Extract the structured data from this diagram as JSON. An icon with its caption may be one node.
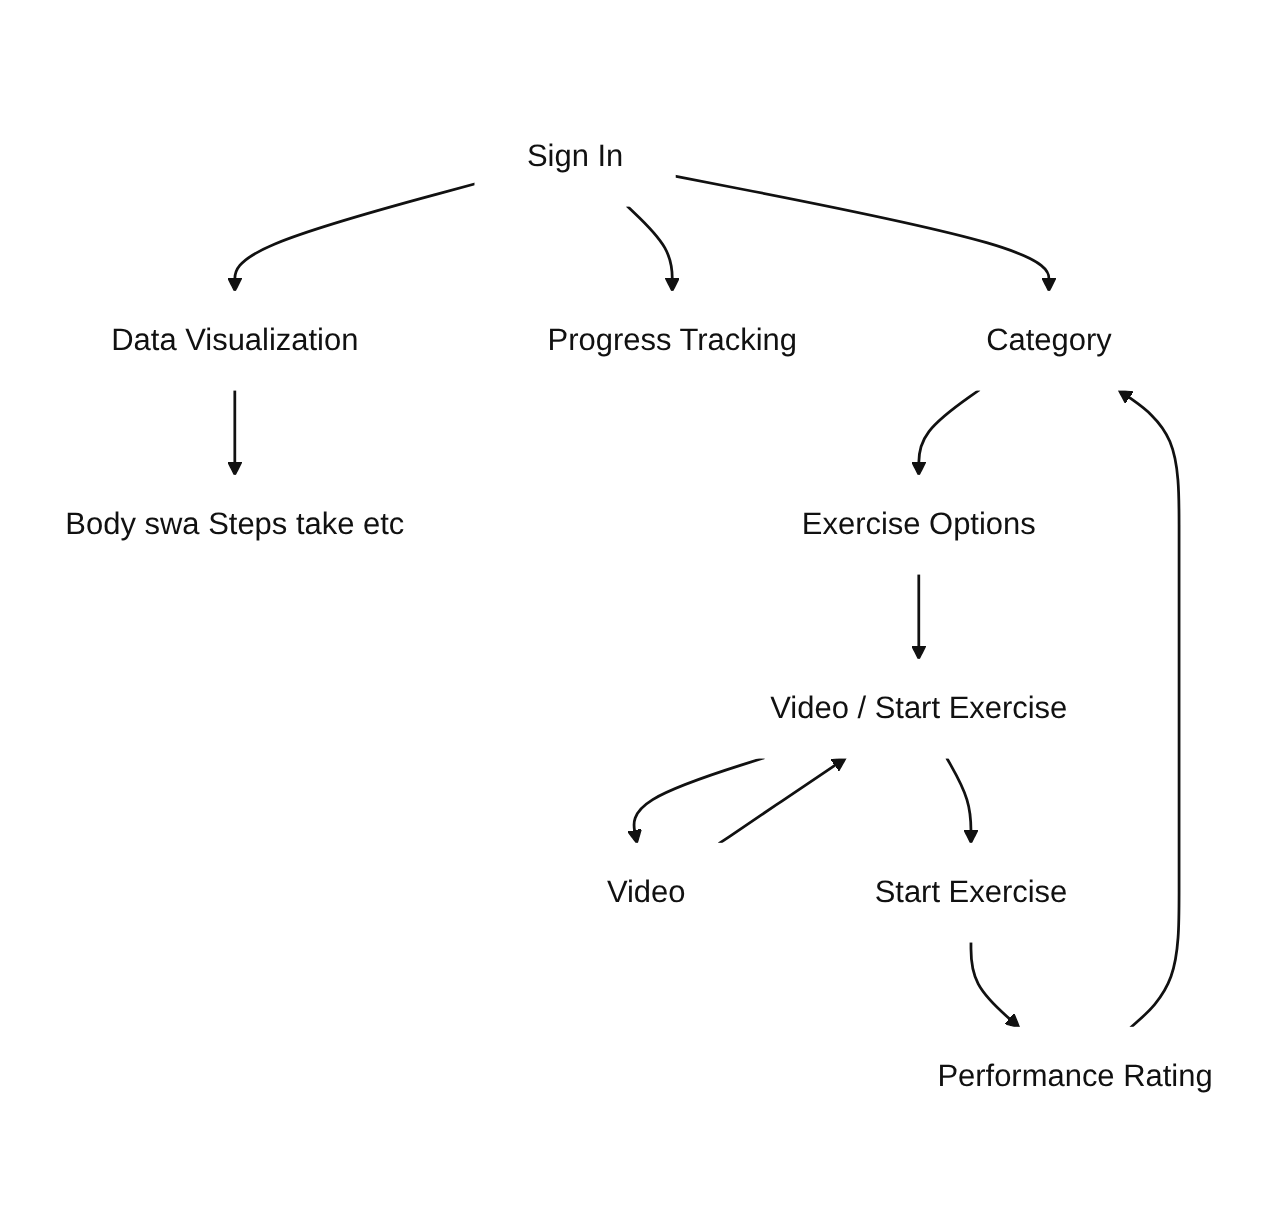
{
  "diagram": {
    "nodes": [
      {
        "text": [
          "Sign In"
        ]
      },
      {
        "text": [
          "Data Visualization"
        ]
      },
      {
        "text": [
          "Body swa Steps take etc"
        ]
      },
      {
        "text": [
          "Progress Tracking"
        ]
      },
      {
        "text": [
          "Category"
        ]
      },
      {
        "text": [
          "Exercise Options"
        ]
      },
      {
        "text": [
          "Video / Start Exercise"
        ]
      },
      {
        "text": [
          "Video"
        ]
      },
      {
        "text": [
          "Start Exercise"
        ]
      },
      {
        "text": [
          "Performance Rating"
        ]
      }
    ],
    "edges": [
      {
        "from": 0,
        "to": 1,
        "arrow": "to"
      },
      {
        "from": 0,
        "to": 3,
        "arrow": "to"
      },
      {
        "from": 0,
        "to": 4,
        "arrow": "to"
      },
      {
        "from": 1,
        "to": 2,
        "arrow": "to"
      },
      {
        "from": 4,
        "to": 5,
        "arrow": "to"
      },
      {
        "from": 5,
        "to": 6,
        "arrow": "to"
      },
      {
        "from": 6,
        "to": 7,
        "arrow": "to"
      },
      {
        "from": 6,
        "to": 8,
        "arrow": "to"
      },
      {
        "from": 7,
        "to": 6,
        "arrow": "to"
      },
      {
        "from": 8,
        "to": 9,
        "arrow": "to"
      },
      {
        "from": 9,
        "to": 4,
        "arrow": "to"
      }
    ]
  }
}
